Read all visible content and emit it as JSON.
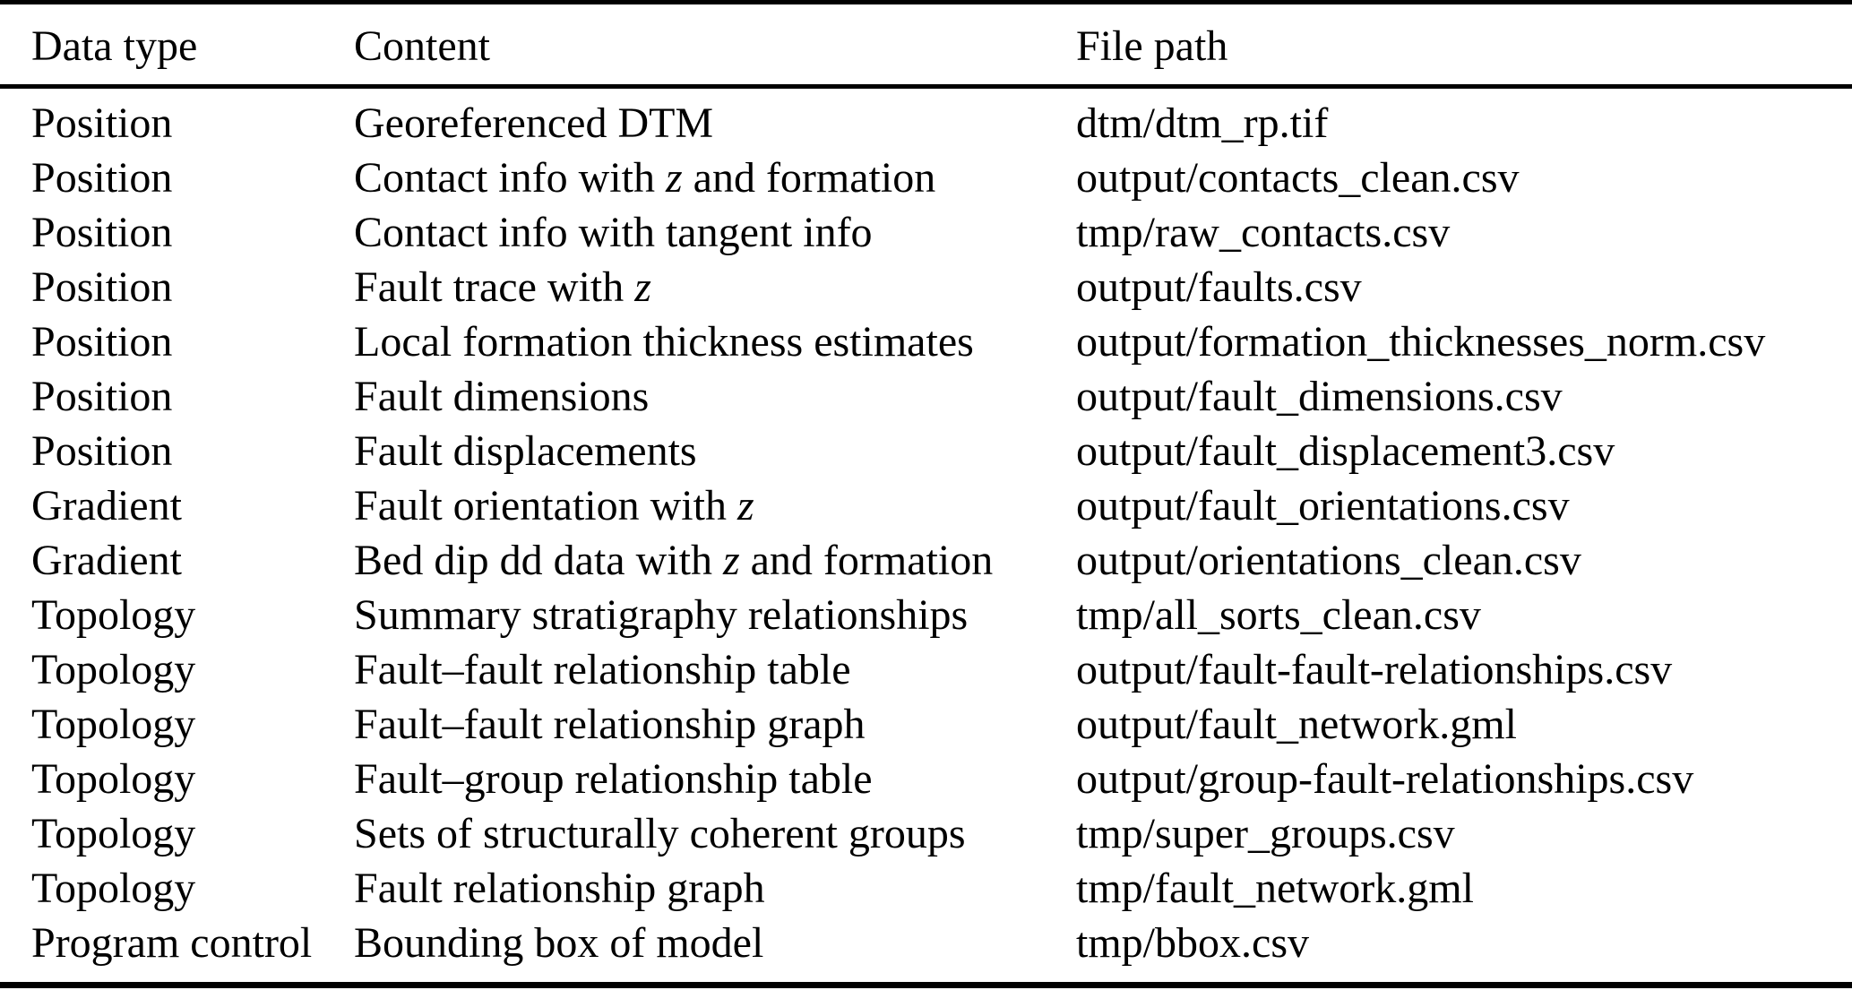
{
  "table": {
    "columns": [
      "Data type",
      "Content",
      "File path"
    ],
    "rows": [
      {
        "data_type": "Position",
        "content": "Georeferenced DTM",
        "file_path": "dtm/dtm_rp.tif"
      },
      {
        "data_type": "Position",
        "content": "Contact info with z and formation",
        "file_path": "output/contacts_clean.csv"
      },
      {
        "data_type": "Position",
        "content": "Contact info with tangent info",
        "file_path": "tmp/raw_contacts.csv"
      },
      {
        "data_type": "Position",
        "content": "Fault trace with z",
        "file_path": "output/faults.csv"
      },
      {
        "data_type": "Position",
        "content": "Local formation thickness estimates",
        "file_path": "output/formation_thicknesses_norm.csv"
      },
      {
        "data_type": "Position",
        "content": "Fault dimensions",
        "file_path": "output/fault_dimensions.csv"
      },
      {
        "data_type": "Position",
        "content": "Fault displacements",
        "file_path": "output/fault_displacement3.csv"
      },
      {
        "data_type": "Gradient",
        "content": "Fault orientation with z",
        "file_path": "output/fault_orientations.csv"
      },
      {
        "data_type": "Gradient",
        "content": "Bed dip dd data with z and formation",
        "file_path": "output/orientations_clean.csv"
      },
      {
        "data_type": "Topology",
        "content": "Summary stratigraphy relationships",
        "file_path": "tmp/all_sorts_clean.csv"
      },
      {
        "data_type": "Topology",
        "content": "Fault–fault relationship table",
        "file_path": "output/fault-fault-relationships.csv"
      },
      {
        "data_type": "Topology",
        "content": "Fault–fault relationship graph",
        "file_path": "output/fault_network.gml"
      },
      {
        "data_type": "Topology",
        "content": "Fault–group relationship table",
        "file_path": "output/group-fault-relationships.csv"
      },
      {
        "data_type": "Topology",
        "content": "Sets of structurally coherent groups",
        "file_path": "tmp/super_groups.csv"
      },
      {
        "data_type": "Topology",
        "content": "Fault relationship graph",
        "file_path": "tmp/fault_network.gml"
      },
      {
        "data_type": "Program control",
        "content": "Bounding box of model",
        "file_path": "tmp/bbox.csv"
      }
    ],
    "italic_variable": "z"
  },
  "colors": {
    "text": "#000000",
    "background": "#ffffff",
    "rule": "#000000"
  }
}
